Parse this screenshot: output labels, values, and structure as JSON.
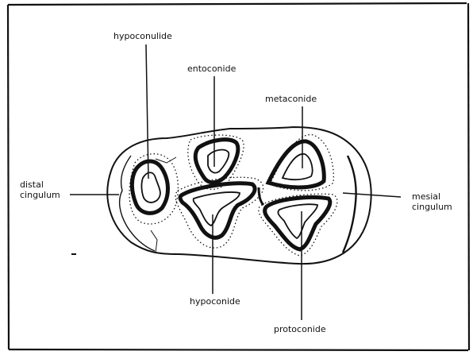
{
  "diagram": {
    "labels": {
      "hypoconulide": "hypoconulide",
      "entoconide": "entoconide",
      "metaconide": "metaconide",
      "distal_line1": "distal",
      "distal_line2": "cingulum",
      "mesial_line1": "mesial",
      "mesial_line2": "cingulum",
      "hypoconide": "hypoconide",
      "protoconide": "protoconide"
    }
  }
}
